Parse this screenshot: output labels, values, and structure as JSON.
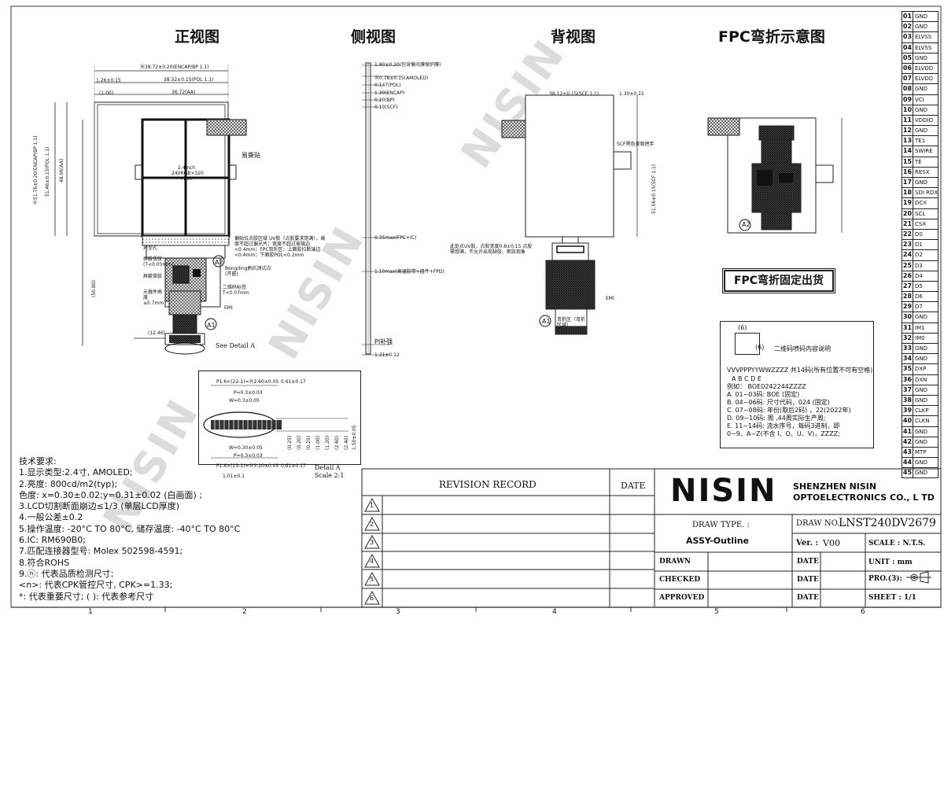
{
  "titles": {
    "front": "正视图",
    "side": "侧视图",
    "back": "背视图",
    "fpc": "FPC弯折示意图"
  },
  "watermark": "NISIN",
  "front_view": {
    "dim_top1": "Ⓝ38.72±0.20(ENCAP/BP 1.1)",
    "dim_top2": "38.32±0.15(POL 1.1)",
    "dim_left_offset": "1.26±0.15",
    "dim_aa_offset": "(1.00)",
    "dim_aa_w": "36.72(AA)",
    "dim_h_cap": "Ⓝ51.76±0.20(ENCAP/BP 1.1)",
    "dim_h_pol": "51.46±0.15(POL 1.1)",
    "dim_h_aa": "48.96(AA)",
    "dim_fpc_len": "(50.80)",
    "dim_fpc_w": "(12.46)",
    "panel_label1": "2.4inch",
    "panel_label2": "240RGB×320",
    "panel_label3": "Pitch",
    "tape_label": "易撕贴",
    "note_uv": "偏贴位点胶区域 UV胶（点胶要求饱满），高度不超过偏光片；宽度不超过玻璃边<0.4mm；FPC弯折区：上面胶拉断端边<0.4mm；下面胶POL<0.2mm",
    "note_bonding": "Bongding刷抗测试点(开窗)",
    "note_qr": "二维码标签 T<0.07mm",
    "label_emi": "EMI",
    "a1": "A1",
    "a2": "A2",
    "see_detail": "See Detail A",
    "left_labels": [
      "异型孔",
      "屏蔽背胶 (T<0.05mm)",
      "屏蔽背胶",
      "元器件高度 ≤0.7mm"
    ]
  },
  "side_view": {
    "d1": "1.90±0.20(包含偏光膜保护膜)",
    "d2": "Ⓝ0.78±0.15(AMOLED)",
    "d3": "0.147(POL)",
    "d4": "1.30(ENCAP)",
    "d5": "0.20(BP)",
    "d6": "0.10(SCF)",
    "d7": "0.35max(FPC+IC)",
    "d8": "1.10max(高温胶带+器件+FPD)",
    "pi": "PI补强",
    "d9": "1.21±0.12"
  },
  "back_view": {
    "dim_top1": "38.12±0.15(SCF 1.1)",
    "dim_top2": "1.30±0.15",
    "dim_h": "51.56±0.15(SCF 1.1)",
    "scf_label": "SCF黑色美观把手",
    "note_uv": "此处点UV胶，点胶宽度0.8±0.15 点胶需饱满，不允许出现缺胶、断胶现象",
    "bend_label": "弯折区（弯折区域）",
    "label_emi": "EMI",
    "a1": "A1"
  },
  "fpc_view": {
    "a2": "A2",
    "note": "FPC弯折固定出货"
  },
  "detail": {
    "p1": "P1.6×(22-1)=Ⓝ2.60±0.05",
    "p2": "0.61±0.17",
    "p3": "P=0.3±0.03",
    "p4": "W=0.3±0.05",
    "p5": "W=0.30±0.05",
    "p6": "P=0.3±0.03",
    "p7": "P1.6×(23-1)=Ⓝ3.20±0.05",
    "p8": "0.61±0.17",
    "p9": "1.01±0.1",
    "side_dims": [
      "(0.25)",
      "(0.20)",
      "(0.25)",
      "(1.00)",
      "(1.20)",
      "(2.60)",
      "(2.40)",
      "1.50±0.05"
    ],
    "title": "Detail A",
    "scale": "Scale 2:1"
  },
  "qr_box": {
    "dim1": "(6)",
    "dim2": "(6)",
    "title": "二维码喷码内容说明",
    "code": "VVVPPPYYWWZZZZ  共14码(所有位置不可有空格)",
    "letters": "A  B  C D  E",
    "lines": [
      "例如：  BOE0242244ZZZZ",
      "A. 01~03码: BOE (固定)",
      "B. 04~06码: 尺寸代码，024 (固定)",
      "C. 07~08码: 年份(取后2码) ，22(2022年)",
      "D. 09~10码: 周 ,44周实际生产周;",
      "E. 11~14码: 流水序号，每码3进制，即",
      "   0~9、A~Z(不含 I、O、U、V)，ZZZZ;"
    ]
  },
  "pins": [
    {
      "no": "01",
      "name": "GND"
    },
    {
      "no": "02",
      "name": "GND"
    },
    {
      "no": "03",
      "name": "ELVSS"
    },
    {
      "no": "04",
      "name": "ELVSS"
    },
    {
      "no": "05",
      "name": "GND"
    },
    {
      "no": "06",
      "name": "ELVDD"
    },
    {
      "no": "07",
      "name": "ELVDD"
    },
    {
      "no": "08",
      "name": "GND"
    },
    {
      "no": "09",
      "name": "VCI"
    },
    {
      "no": "10",
      "name": "GND"
    },
    {
      "no": "11",
      "name": "VDDIO"
    },
    {
      "no": "12",
      "name": "GND"
    },
    {
      "no": "13",
      "name": "TE1"
    },
    {
      "no": "14",
      "name": "SWIRE"
    },
    {
      "no": "15",
      "name": "TE"
    },
    {
      "no": "16",
      "name": "RESX"
    },
    {
      "no": "17",
      "name": "GND"
    },
    {
      "no": "18",
      "name": "SDI RDX"
    },
    {
      "no": "19",
      "name": "DCX"
    },
    {
      "no": "20",
      "name": "SCL"
    },
    {
      "no": "21",
      "name": "CSX"
    },
    {
      "no": "22",
      "name": "D0"
    },
    {
      "no": "23",
      "name": "D1"
    },
    {
      "no": "24",
      "name": "D2"
    },
    {
      "no": "25",
      "name": "D3"
    },
    {
      "no": "26",
      "name": "D4"
    },
    {
      "no": "27",
      "name": "D5"
    },
    {
      "no": "28",
      "name": "D6"
    },
    {
      "no": "29",
      "name": "D7"
    },
    {
      "no": "30",
      "name": "GND"
    },
    {
      "no": "31",
      "name": "IM1"
    },
    {
      "no": "32",
      "name": "IM0"
    },
    {
      "no": "33",
      "name": "GND"
    },
    {
      "no": "34",
      "name": "GND"
    },
    {
      "no": "35",
      "name": "DXP"
    },
    {
      "no": "36",
      "name": "DXN"
    },
    {
      "no": "37",
      "name": "GND"
    },
    {
      "no": "38",
      "name": "GND"
    },
    {
      "no": "39",
      "name": "CLKP"
    },
    {
      "no": "40",
      "name": "CLKN"
    },
    {
      "no": "41",
      "name": "GND"
    },
    {
      "no": "42",
      "name": "GND"
    },
    {
      "no": "43",
      "name": "MTP"
    },
    {
      "no": "44",
      "name": "GND"
    },
    {
      "no": "45",
      "name": "GND"
    }
  ],
  "requirements": {
    "title": "技术要求:",
    "lines": [
      "1.显示类型:2.4寸, AMOLED;",
      "2.亮度:  800cd/m2(typ);",
      "   色度:  x=0.30±0.02;y=0.31±0.02 (白画面) ;",
      "3.LCD切割断面崩边≤1/3 (单层LCD厚度)",
      "4.一般公差±0.2",
      "5.操作温度: -20°C TO 80°C,   储存温度: -40°C TO 80°C",
      "6.IC:  RM690B0;",
      "7.匹配连接器型号: Molex 502598-4591;",
      "8.符合ROHS",
      "9.ⓝ: 代表品质检测尺寸;",
      "   <n>: 代表CPK管控尺寸,    CPK>=1.33;",
      "  *: 代表重要尺寸;    ( ): 代表参考尺寸"
    ]
  },
  "title_block": {
    "revision_record": "REVISION  RECORD",
    "date": "DATE",
    "rev_nums": [
      "1",
      "2",
      "3",
      "4",
      "5",
      "6"
    ],
    "logo": "NISIN",
    "company1": "SHENZHEN NISIN",
    "company2": "OPTOELECTRONICS CO., L TD",
    "draw_type_label": "DRAW  TYPE. :",
    "draw_type_value": "ASSY-Outline",
    "draw_no_label": "DRAW  NO. :",
    "draw_no_value": "LNST240DV2679",
    "ver_label": "Ver. :",
    "ver_value": "V00",
    "scale": "SCALE : N.T.S.",
    "drawn": "DRAWN",
    "checked": "CHECKED",
    "approved": "APPROVED",
    "date_label": "DATE",
    "unit": "UNIT : mm",
    "pro": "PRO.(3):",
    "sheet": "SHEET :   1/1"
  },
  "zones": [
    "1",
    "2",
    "3",
    "4",
    "5",
    "6"
  ]
}
